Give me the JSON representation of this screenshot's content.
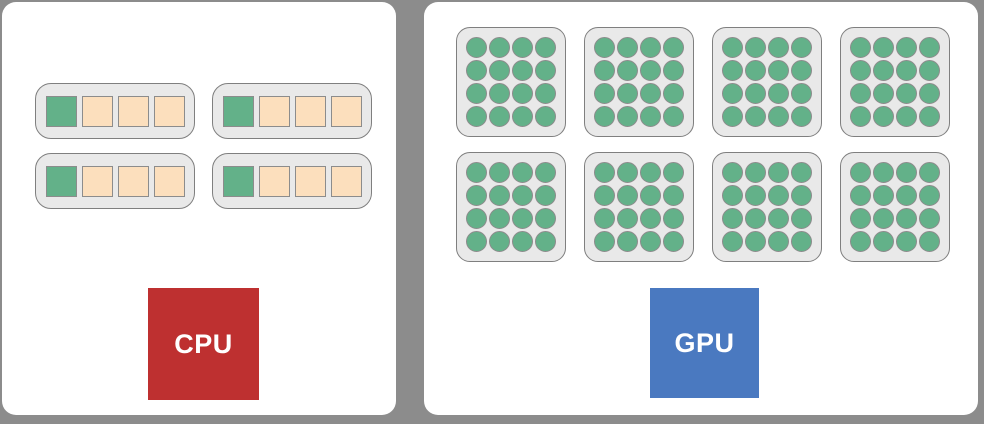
{
  "colors": {
    "background": "#8C8C8C",
    "panel": "#FFFFFF",
    "unit_bg": "#E9E9E9",
    "unit_border": "#7F7F7F",
    "cell_border": "#8C8C8C",
    "green": "#63B189",
    "peach": "#FCDFBD",
    "cpu_label_bg": "#BE3030",
    "gpu_label_bg": "#4A79C0",
    "label_text": "#FFFFFF"
  },
  "cpu": {
    "label": "CPU",
    "cores": 4,
    "core_cells": 4,
    "core_green_cells": 1
  },
  "gpu": {
    "label": "GPU",
    "blocks": 8,
    "dots_per_block": 16
  }
}
